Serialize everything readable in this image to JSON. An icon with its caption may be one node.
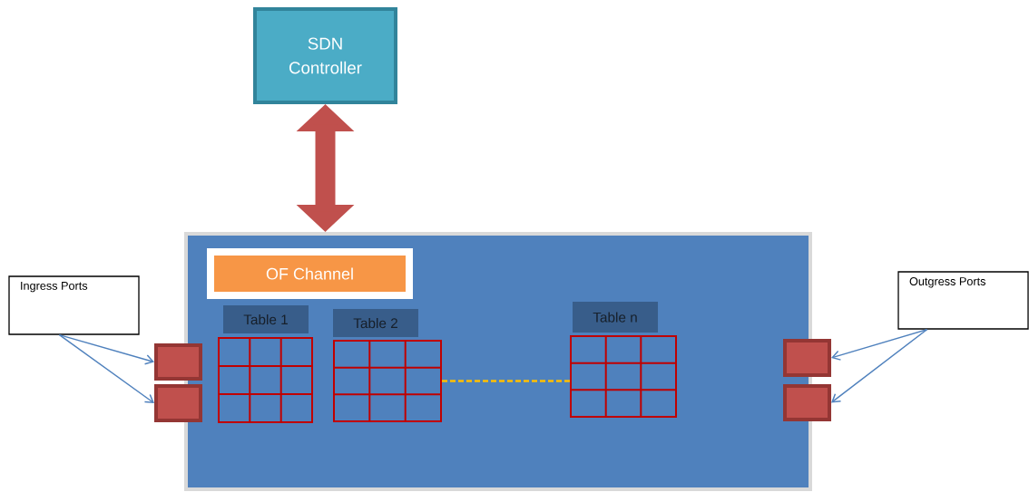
{
  "diagram": {
    "nodes": [
      {
        "text": [
          "SDN Controller"
        ]
      },
      {
        "text": [],
        "shape": "box"
      },
      {
        "text": [
          "OF Channel"
        ],
        "in": 1
      },
      {
        "text": [
          "Table 1"
        ],
        "in": 1
      },
      {
        "text": [],
        "shape": "grid",
        "in": 1
      },
      {
        "text": [
          "Table 2"
        ],
        "in": 1
      },
      {
        "text": [],
        "shape": "grid",
        "in": 1
      },
      {
        "text": [
          "Table n"
        ],
        "in": 1
      },
      {
        "text": [],
        "shape": "grid",
        "in": 1
      },
      {
        "text": [
          "Ingress Ports"
        ]
      },
      {
        "text": [],
        "shape": "box"
      },
      {
        "text": [],
        "shape": "box"
      },
      {
        "text": [
          "Outgress Ports"
        ]
      },
      {
        "text": [],
        "shape": "box"
      },
      {
        "text": [],
        "shape": "box"
      }
    ],
    "edges": [
      {
        "from": 0,
        "to": 1,
        "arrow": "both",
        "style": "thick",
        "color": "#c0504d"
      },
      {
        "from": 6,
        "to": 8,
        "arrow": "none",
        "style": "dashed",
        "color": "#ffc000"
      },
      {
        "from": 9,
        "to": 10,
        "arrow": "to"
      },
      {
        "from": 9,
        "to": 11,
        "arrow": "to"
      },
      {
        "from": 12,
        "to": 13,
        "arrow": "to"
      },
      {
        "from": 12,
        "to": 14,
        "arrow": "to"
      }
    ]
  }
}
